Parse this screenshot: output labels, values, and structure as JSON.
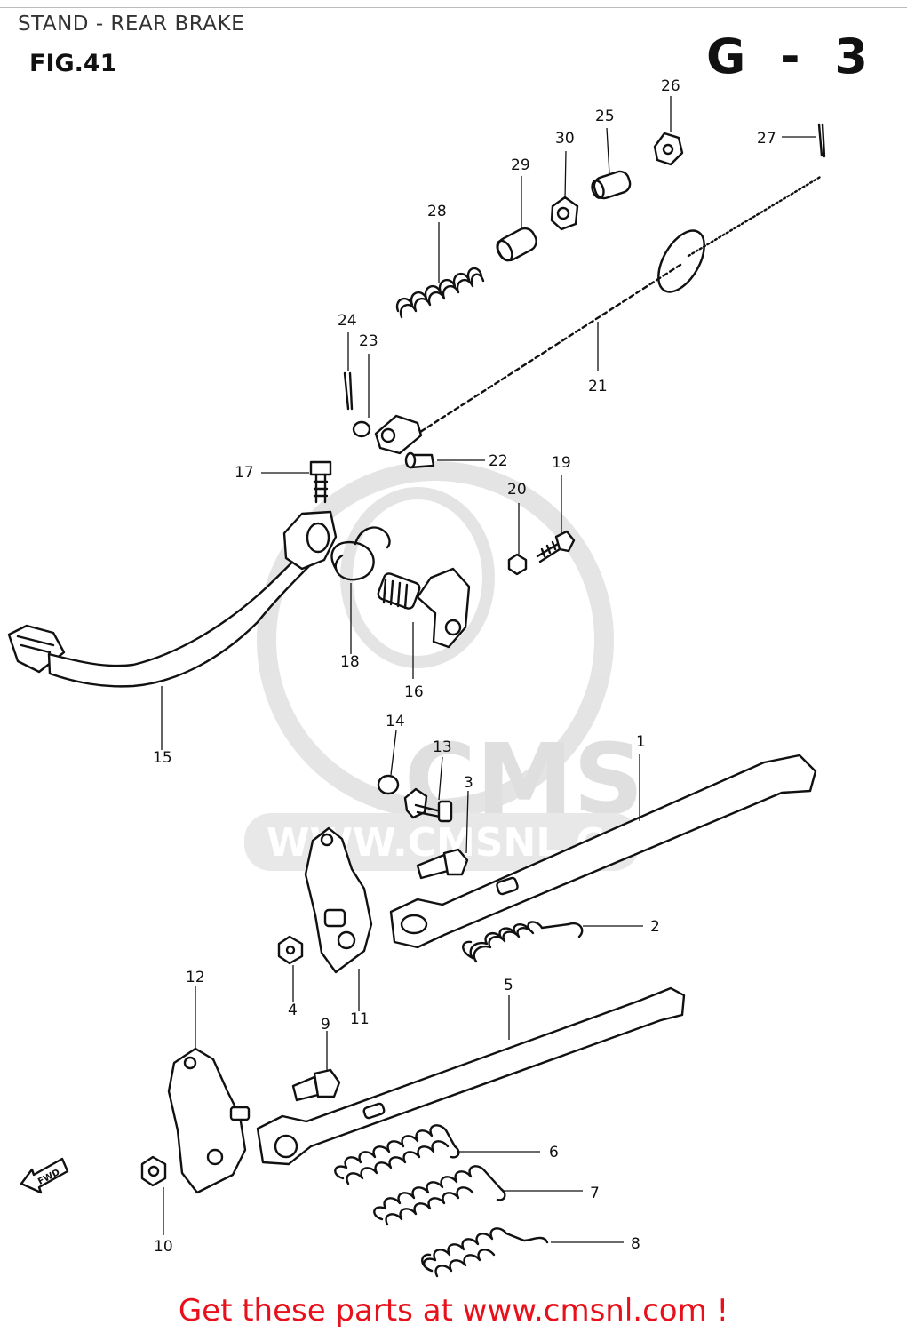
{
  "header": {
    "title": "STAND - REAR BRAKE",
    "figure": "FIG.41",
    "section_code": "G - 3"
  },
  "watermark": {
    "brand": "CMS",
    "url": "WWW.CMSNL.COM"
  },
  "fwd_arrow": "FWD",
  "footer": {
    "text": "Get these parts at www.cmsnl.com !",
    "color": "#e8101a"
  },
  "callouts": {
    "c1": "1",
    "c2": "2",
    "c3": "3",
    "c4": "4",
    "c5": "5",
    "c6": "6",
    "c7": "7",
    "c8": "8",
    "c9": "9",
    "c10": "10",
    "c11": "11",
    "c12": "12",
    "c13": "13",
    "c14": "14",
    "c15": "15",
    "c16": "16",
    "c17": "17",
    "c18": "18",
    "c19": "19",
    "c20": "20",
    "c21": "21",
    "c22": "22",
    "c23": "23",
    "c24": "24",
    "c25": "25",
    "c26": "26",
    "c27": "27",
    "c28": "28",
    "c29": "29",
    "c30": "30"
  }
}
